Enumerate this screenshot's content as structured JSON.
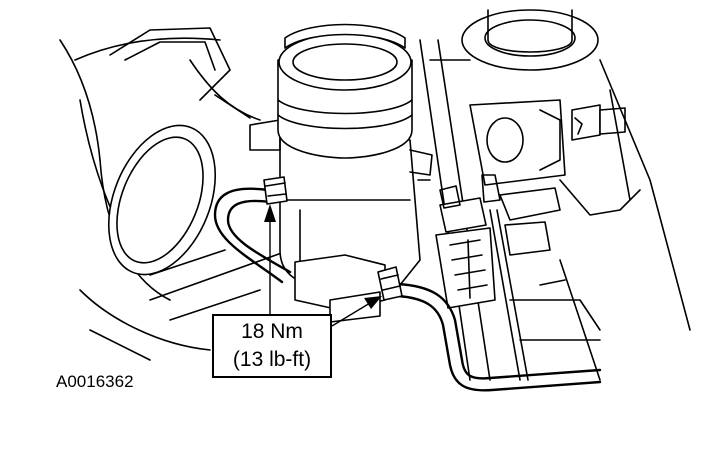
{
  "callout": {
    "torque_nm": "18 Nm",
    "torque_lbft": "(13 lb-ft)"
  },
  "figure_id": "A0016362"
}
